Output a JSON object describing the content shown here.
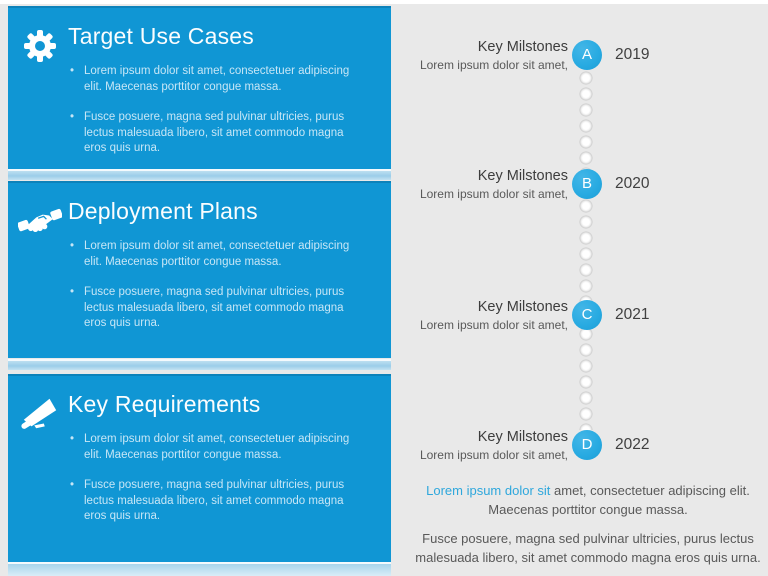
{
  "slide": {
    "background_color": "#E9E9E9"
  },
  "colors": {
    "panel_blue": "#1096D4",
    "panel_border_top": "#0d82ba",
    "strip_light_blue": "#A9D6EC",
    "accent_circle_blue": "#29ABE2",
    "bullet_text": "#C6E6F6",
    "milestone_label": "#3d3d3d",
    "milestone_sub": "#595959",
    "year_text": "#404040",
    "footer_lead_blue": "#2EA7DC",
    "footer_text": "#595959"
  },
  "panels": [
    {
      "title": "Target Use Cases",
      "icon": "gear-icon",
      "bullets": [
        "Lorem ipsum dolor sit amet, consectetuer adipiscing elit. Maecenas porttitor congue massa.",
        "Fusce posuere, magna sed pulvinar ultricies, purus lectus malesuada libero, sit amet commodo magna eros quis urna."
      ]
    },
    {
      "title": "Deployment Plans",
      "icon": "handshake-icon",
      "bullets": [
        "Lorem ipsum dolor sit amet, consectetuer adipiscing elit. Maecenas porttitor congue massa.",
        "Fusce posuere, magna sed pulvinar ultricies, purus lectus malesuada libero, sit amet commodo magna eros quis urna."
      ]
    },
    {
      "title": "Key Requirements",
      "icon": "megaphone-icon",
      "bullets": [
        "Lorem ipsum dolor sit amet, consectetuer adipiscing elit. Maecenas porttitor congue massa.",
        "Fusce posuere, magna sed pulvinar ultricies, purus lectus malesuada libero, sit amet commodo magna eros quis urna."
      ]
    }
  ],
  "milestones": [
    {
      "label": "Key Milstones",
      "sublabel": "Lorem ipsum dolor sit amet,",
      "letter": "A",
      "year": "2019"
    },
    {
      "label": "Key Milstones",
      "sublabel": "Lorem ipsum dolor sit amet,",
      "letter": "B",
      "year": "2020"
    },
    {
      "label": "Key Milstones",
      "sublabel": "Lorem ipsum dolor sit amet,",
      "letter": "C",
      "year": "2021"
    },
    {
      "label": "Key Milstones",
      "sublabel": "Lorem ipsum dolor sit amet,",
      "letter": "D",
      "year": "2022"
    }
  ],
  "footer": {
    "para1_lead": "Lorem ipsum dolor sit",
    "para1_rest": "amet, consectetuer adipiscing elit. Maecenas porttitor congue massa.",
    "para2": "Fusce posuere, magna sed pulvinar ultricies, purus lectus malesuada libero, sit amet commodo magna eros quis urna."
  }
}
